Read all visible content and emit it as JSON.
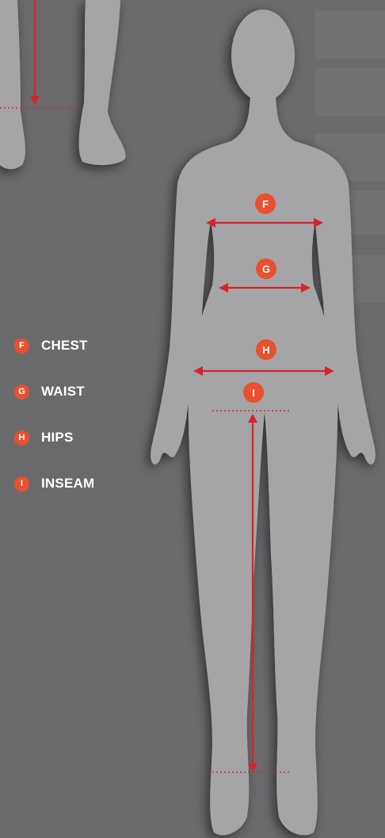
{
  "colors": {
    "background": "#6a6a6c",
    "silhouette": "#a5a5a8",
    "accent": "#e8502f",
    "arrow": "#d6242b",
    "text": "#ffffff"
  },
  "legend": [
    {
      "badge": "F",
      "label": "CHEST"
    },
    {
      "badge": "G",
      "label": "WAIST"
    },
    {
      "badge": "H",
      "label": "HIPS"
    },
    {
      "badge": "I",
      "label": "INSEAM"
    }
  ],
  "markers": {
    "chest": "F",
    "waist": "G",
    "hips": "H",
    "inseam": "I"
  }
}
